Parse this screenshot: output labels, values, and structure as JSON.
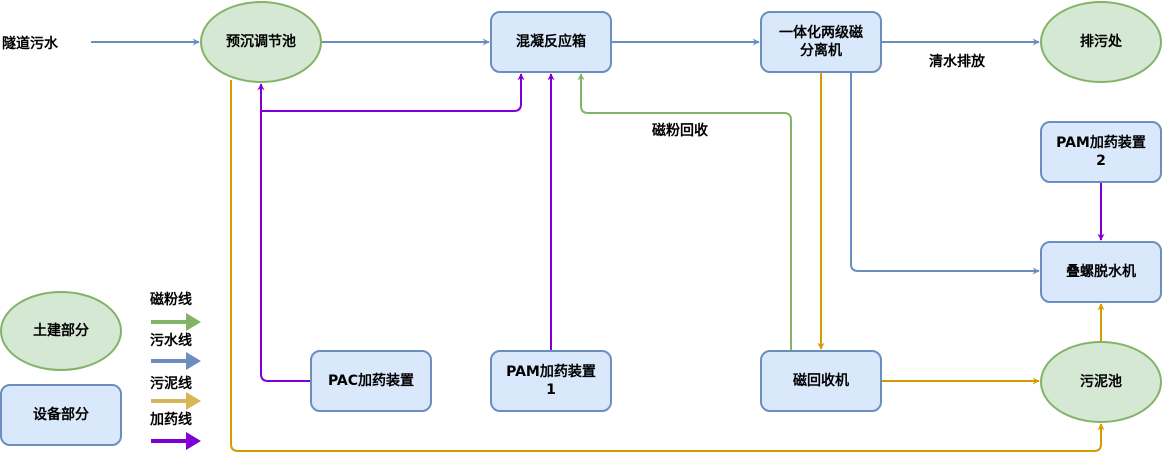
{
  "colors": {
    "civil_fill": "#d5e8d4",
    "civil_stroke": "#82b366",
    "equipment_fill": "#dae8fc",
    "equipment_stroke": "#6c8ebf",
    "magnetic_line": "#82b366",
    "sewage_line": "#6c8ebf",
    "sludge_line": "#d79b00",
    "sludge_legend": "#d6b656",
    "dosing_line": "#7f00d6"
  },
  "nodes": {
    "source_label": "隧道污水",
    "pre_settling_tank": "预沉调节池",
    "coagulation_tank": "混凝反应箱",
    "magnetic_separator": [
      "一体化两级磁",
      "分离机"
    ],
    "discharge": "排污处",
    "pam_doser_2": [
      "PAM加药装置",
      "2"
    ],
    "screw_press": "叠螺脱水机",
    "pac_doser": "PAC加药装置",
    "pam_doser_1": [
      "PAM加药装置",
      "1"
    ],
    "magnetic_recovery": "磁回收机",
    "sludge_tank": "污泥池"
  },
  "edge_labels": {
    "clear_water": "清水排放",
    "magnetic_recovery": "磁粉回收"
  },
  "legend": {
    "civil": "土建部分",
    "equipment": "设备部分",
    "lines": [
      {
        "key": "magnetic",
        "label": "磁粉线"
      },
      {
        "key": "sewage",
        "label": "污水线"
      },
      {
        "key": "sludge",
        "label": "污泥线"
      },
      {
        "key": "dosing",
        "label": "加药线"
      }
    ]
  }
}
